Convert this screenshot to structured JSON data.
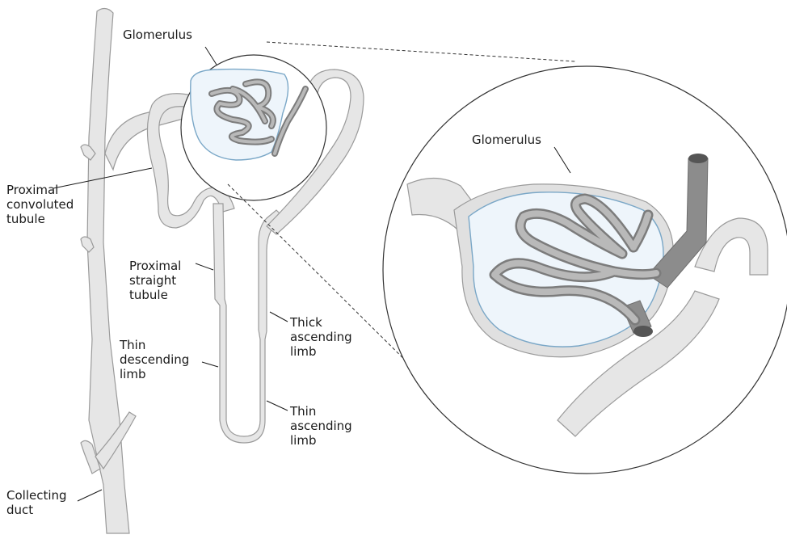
{
  "labels": {
    "glomerulus": "Glomerulus",
    "glomerulus_zoom": "Glomerulus",
    "proximal_convoluted": [
      "Proximal",
      "convoluted",
      "tubule"
    ],
    "proximal_straight": [
      "Proximal",
      "straight",
      "tubule"
    ],
    "thin_descending": [
      "Thin",
      "descending",
      "limb"
    ],
    "thick_ascending": [
      "Thick",
      "ascending",
      "limb"
    ],
    "thin_ascending": [
      "Thin",
      "ascending",
      "limb"
    ],
    "collecting_duct": [
      "Collecting",
      "duct"
    ]
  },
  "colors": {
    "tubule_fill": "#e6e6e6",
    "tubule_outline": "#9a9a9a",
    "capsule_blue": "#a9cde6",
    "vessel_gray": "#8c8c8c",
    "text": "#1a1a1a"
  }
}
